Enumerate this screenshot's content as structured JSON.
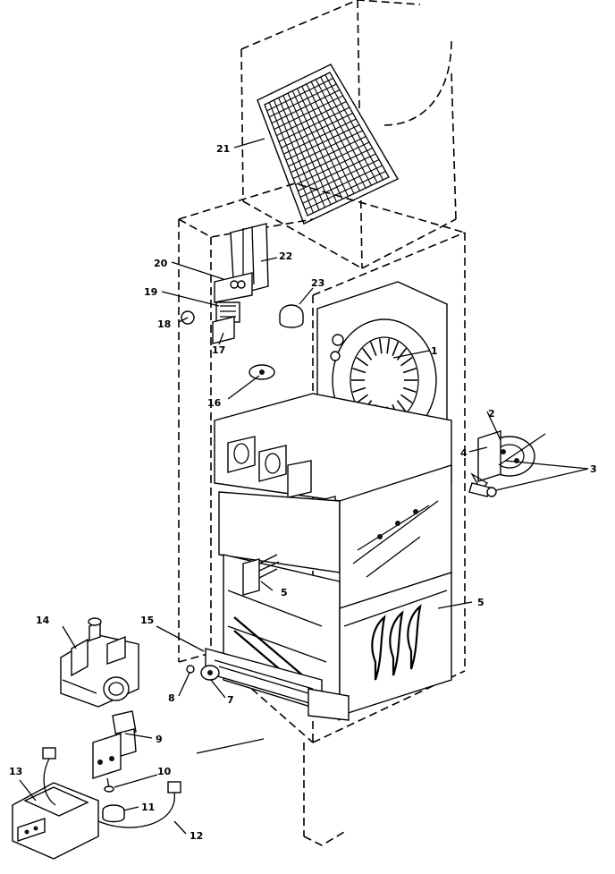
{
  "diagram": {
    "labels": {
      "p1": "1",
      "p2": "2",
      "p3": "3",
      "p4": "4",
      "p5a": "5",
      "p5b": "5",
      "p7": "7",
      "p8": "8",
      "p9": "9",
      "p10": "10",
      "p11": "11",
      "p12": "12",
      "p13": "13",
      "p14": "14",
      "p15": "15",
      "p16": "16",
      "p17": "17",
      "p18": "18",
      "p19": "19",
      "p20": "20",
      "p21": "21",
      "p22": "22",
      "p23": "23"
    }
  }
}
